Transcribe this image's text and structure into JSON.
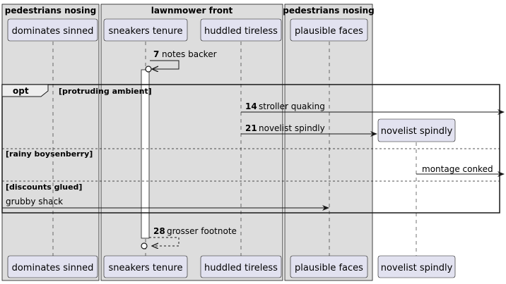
{
  "boxes": [
    {
      "title": "pedestrians nosing"
    },
    {
      "title": "lawnmower front"
    },
    {
      "title": "pedestrians nosing"
    }
  ],
  "participants": [
    {
      "name": "dominates sinned"
    },
    {
      "name": "sneakers tenure"
    },
    {
      "name": "huddled tireless"
    },
    {
      "name": "plausible faces"
    },
    {
      "name": "novelist spindly"
    }
  ],
  "messages": [
    {
      "num": "7",
      "text": "notes backer"
    },
    {
      "num": "14",
      "text": "stroller quaking"
    },
    {
      "num": "21",
      "text": "novelist spindly"
    },
    {
      "num": "",
      "text": "montage conked"
    },
    {
      "num": "",
      "text": "grubby shack"
    },
    {
      "num": "28",
      "text": "grosser footnote"
    }
  ],
  "fragment": {
    "keyword": "opt",
    "sections": [
      {
        "guard": "[protruding ambient]"
      },
      {
        "guard": "[rainy boysenberry]"
      },
      {
        "guard": "[discounts glued]"
      }
    ]
  },
  "colors": {
    "box_fill": "#dddddd",
    "participant_fill": "#e2e2f0",
    "line": "#181818"
  }
}
